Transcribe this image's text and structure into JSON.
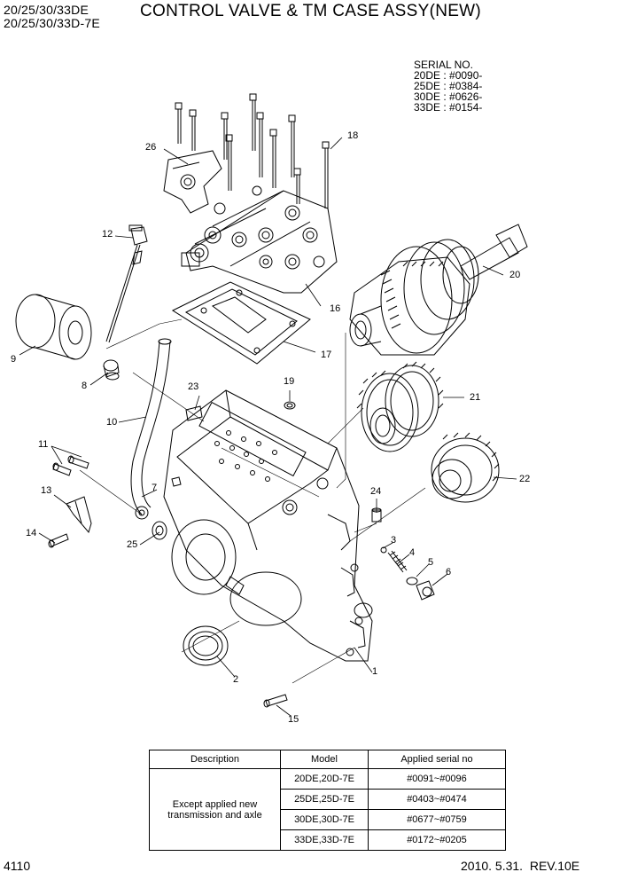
{
  "header": {
    "model_line_1": "20/25/30/33DE",
    "model_line_2": "20/25/30/33D-7E",
    "title": "CONTROL VALVE & TM CASE ASSY(NEW)"
  },
  "serial_block": {
    "heading": "SERIAL NO.",
    "lines": [
      "20DE : #0090-",
      "25DE : #0384-",
      "30DE : #0626-",
      "33DE : #0154-"
    ]
  },
  "part_numbers": [
    "1",
    "2",
    "3",
    "4",
    "5",
    "6",
    "7",
    "8",
    "9",
    "10",
    "11",
    "12",
    "13",
    "14",
    "15",
    "16",
    "17",
    "18",
    "19",
    "20",
    "21",
    "22",
    "23",
    "24",
    "25",
    "26"
  ],
  "table": {
    "headers": [
      "Description",
      "Model",
      "Applied serial no"
    ],
    "description": "Except applied new transmission and axle",
    "rows": [
      {
        "model": "20DE,20D-7E",
        "serial": "#0091~#0096"
      },
      {
        "model": "25DE,25D-7E",
        "serial": "#0403~#0474"
      },
      {
        "model": "30DE,30D-7E",
        "serial": "#0677~#0759"
      },
      {
        "model": "33DE,33D-7E",
        "serial": "#0172~#0205"
      }
    ]
  },
  "footer": {
    "page_number": "4110",
    "date_rev": "2010. 5.31.  REV.10E"
  }
}
